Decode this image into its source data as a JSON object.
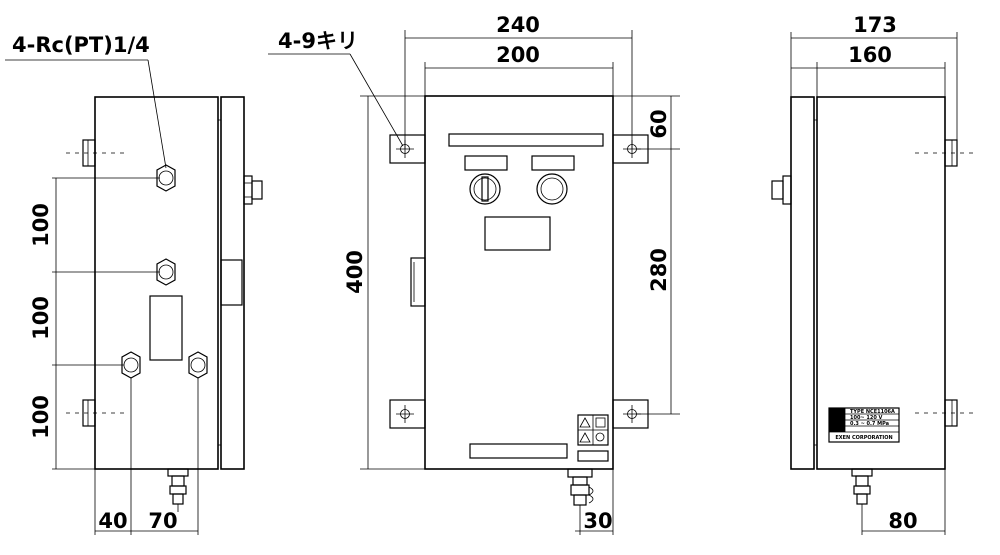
{
  "labels": {
    "port_callout": "4-Rc(PT)1/4",
    "hole_callout": "4-9キリ"
  },
  "dimensions": {
    "side_left": {
      "pitch_top": "100",
      "pitch_mid": "100",
      "pitch_bottom": "100",
      "offset_40": "40",
      "offset_70": "70"
    },
    "front": {
      "mount_width": "240",
      "body_width": "200",
      "top_offset": "60",
      "height": "400",
      "mount_pitch": "280",
      "connector_offset": "30"
    },
    "side_right": {
      "depth_total": "173",
      "depth_body": "160",
      "connector_offset": "80"
    }
  },
  "nameplate": {
    "type_line": "TYPE NCE1106A",
    "row1": "100~ 120 V",
    "row2": "0.3 ~ 0.7 MPa",
    "row3": "",
    "maker": "EXEN CORPORATION"
  },
  "colors": {
    "line": "#000000",
    "background": "#ffffff"
  }
}
